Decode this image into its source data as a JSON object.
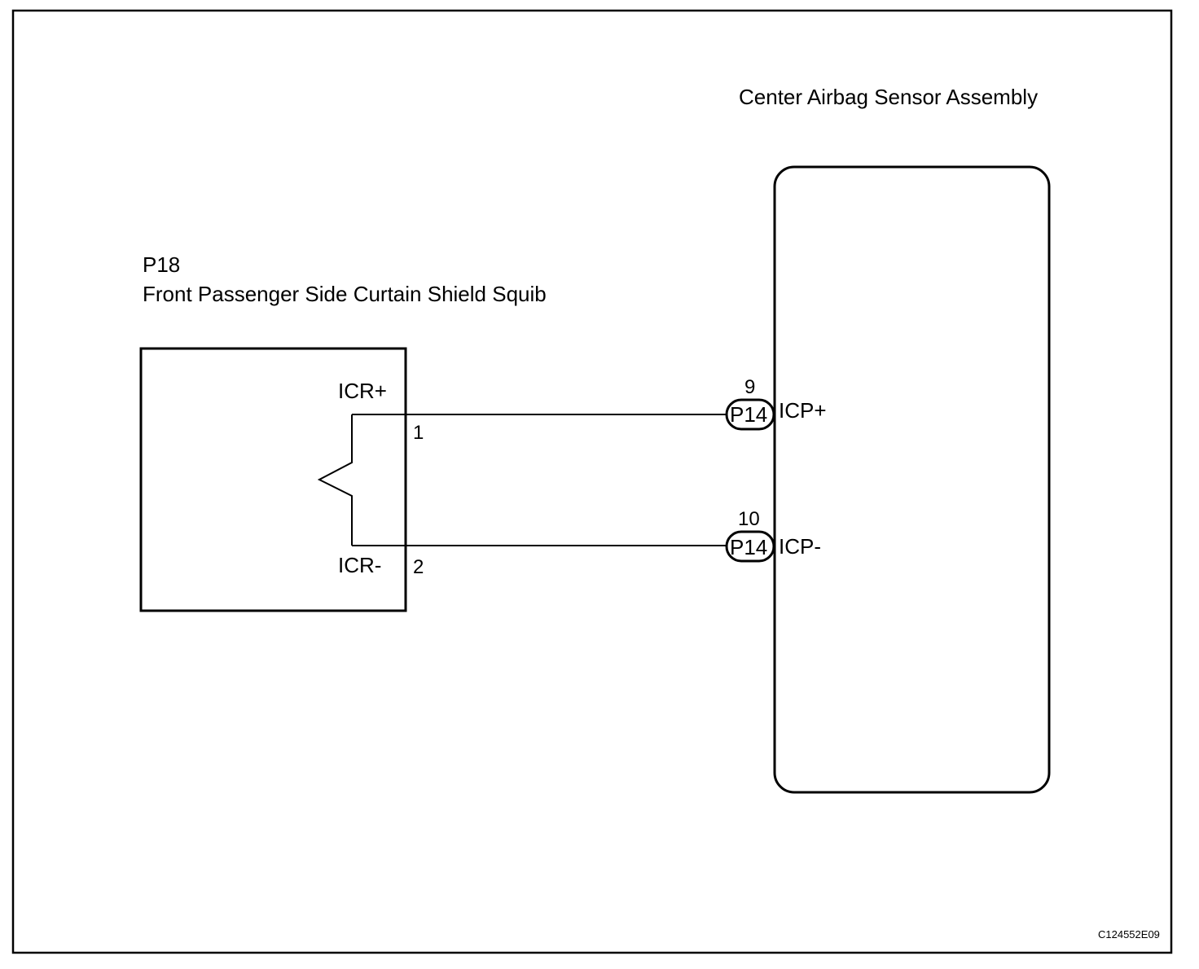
{
  "diagram": {
    "squib": {
      "connector_code": "P18",
      "name": "Front Passenger Side Curtain Shield Squib",
      "terminals": [
        {
          "pin": "1",
          "signal": "ICR+"
        },
        {
          "pin": "2",
          "signal": "ICR-"
        }
      ]
    },
    "sensor": {
      "name": "Center Airbag Sensor Assembly",
      "terminals": [
        {
          "pin": "9",
          "connector": "P14",
          "signal": "ICP+"
        },
        {
          "pin": "10",
          "connector": "P14",
          "signal": "ICP-"
        }
      ]
    },
    "figure_code": "C124552E09"
  }
}
